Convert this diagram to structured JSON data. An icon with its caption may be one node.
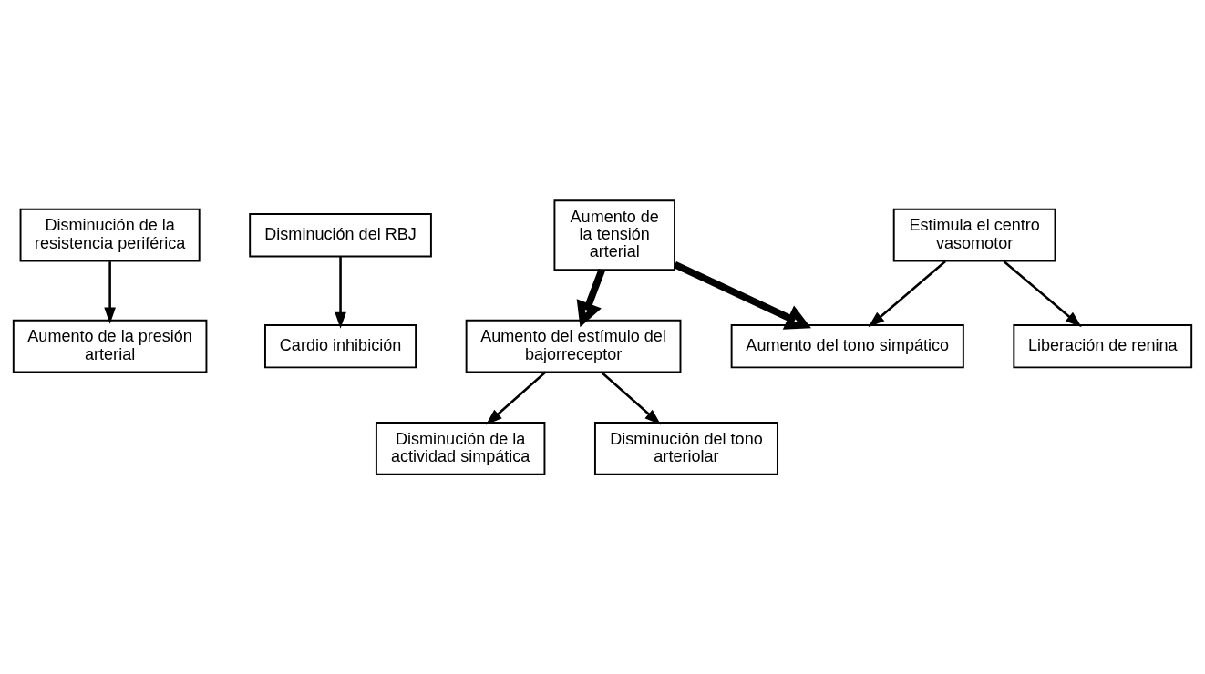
{
  "diagram": {
    "nodes": [
      {
        "text": [
          "Aumento de la presión arterial"
        ]
      },
      {
        "text": [
          "Disminución del RBJ"
        ]
      },
      {
        "text": [
          "Disminución de la resistencia periférica"
        ]
      },
      {
        "text": [
          "Cardio inhibición"
        ]
      },
      {
        "text": [
          "Disminución de la actividad simpática"
        ]
      },
      {
        "text": [
          "Disminución del tono arteriolar"
        ]
      },
      {
        "text": [
          "Estimula el centro vasomotor"
        ]
      },
      {
        "text": [
          "Aumento del estímulo del bajorreceptor"
        ]
      },
      {
        "text": [
          "Aumento del tono simpático"
        ]
      },
      {
        "text": [
          "Liberación de renina"
        ]
      },
      {
        "text": [
          "Aumento de la tensión arterial"
        ]
      }
    ],
    "edges": [
      {
        "from": 2,
        "to": 0,
        "arrow": "to"
      },
      {
        "from": 1,
        "to": 3,
        "arrow": "to"
      },
      {
        "from": 7,
        "to": 4,
        "arrow": "to"
      },
      {
        "from": 7,
        "to": 5,
        "arrow": "to"
      },
      {
        "from": 6,
        "to": 8,
        "arrow": "to"
      },
      {
        "from": 6,
        "to": 9,
        "arrow": "to"
      },
      {
        "from": 10,
        "to": 7,
        "arrow": "to",
        "style": "thick"
      },
      {
        "from": 10,
        "to": 8,
        "arrow": "to",
        "style": "thick"
      }
    ]
  }
}
